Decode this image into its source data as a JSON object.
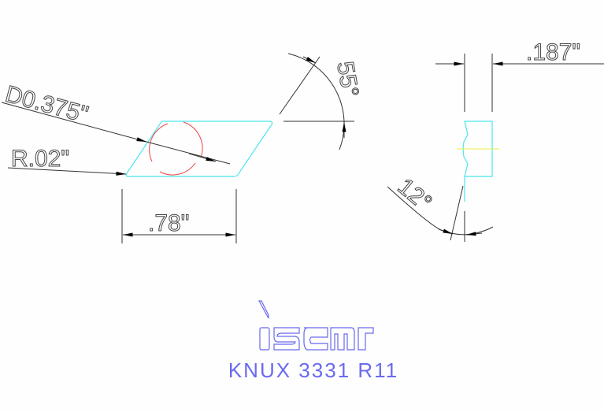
{
  "drawing": {
    "diameter_label": "D0.375\"",
    "radius_label": "R.02\"",
    "length_label": ".78\"",
    "angle_label": "55°",
    "thickness_label": ".187\"",
    "clearance_label": "12°",
    "logo_text": "iscar",
    "part_number": "KNUX 3331 R11"
  },
  "colors": {
    "insert_outline": "#4de6ee",
    "inscribed_circle": "#ee4444",
    "center_line": "#eeee44",
    "dimension": "#333333",
    "brand": "#6a6af0"
  }
}
